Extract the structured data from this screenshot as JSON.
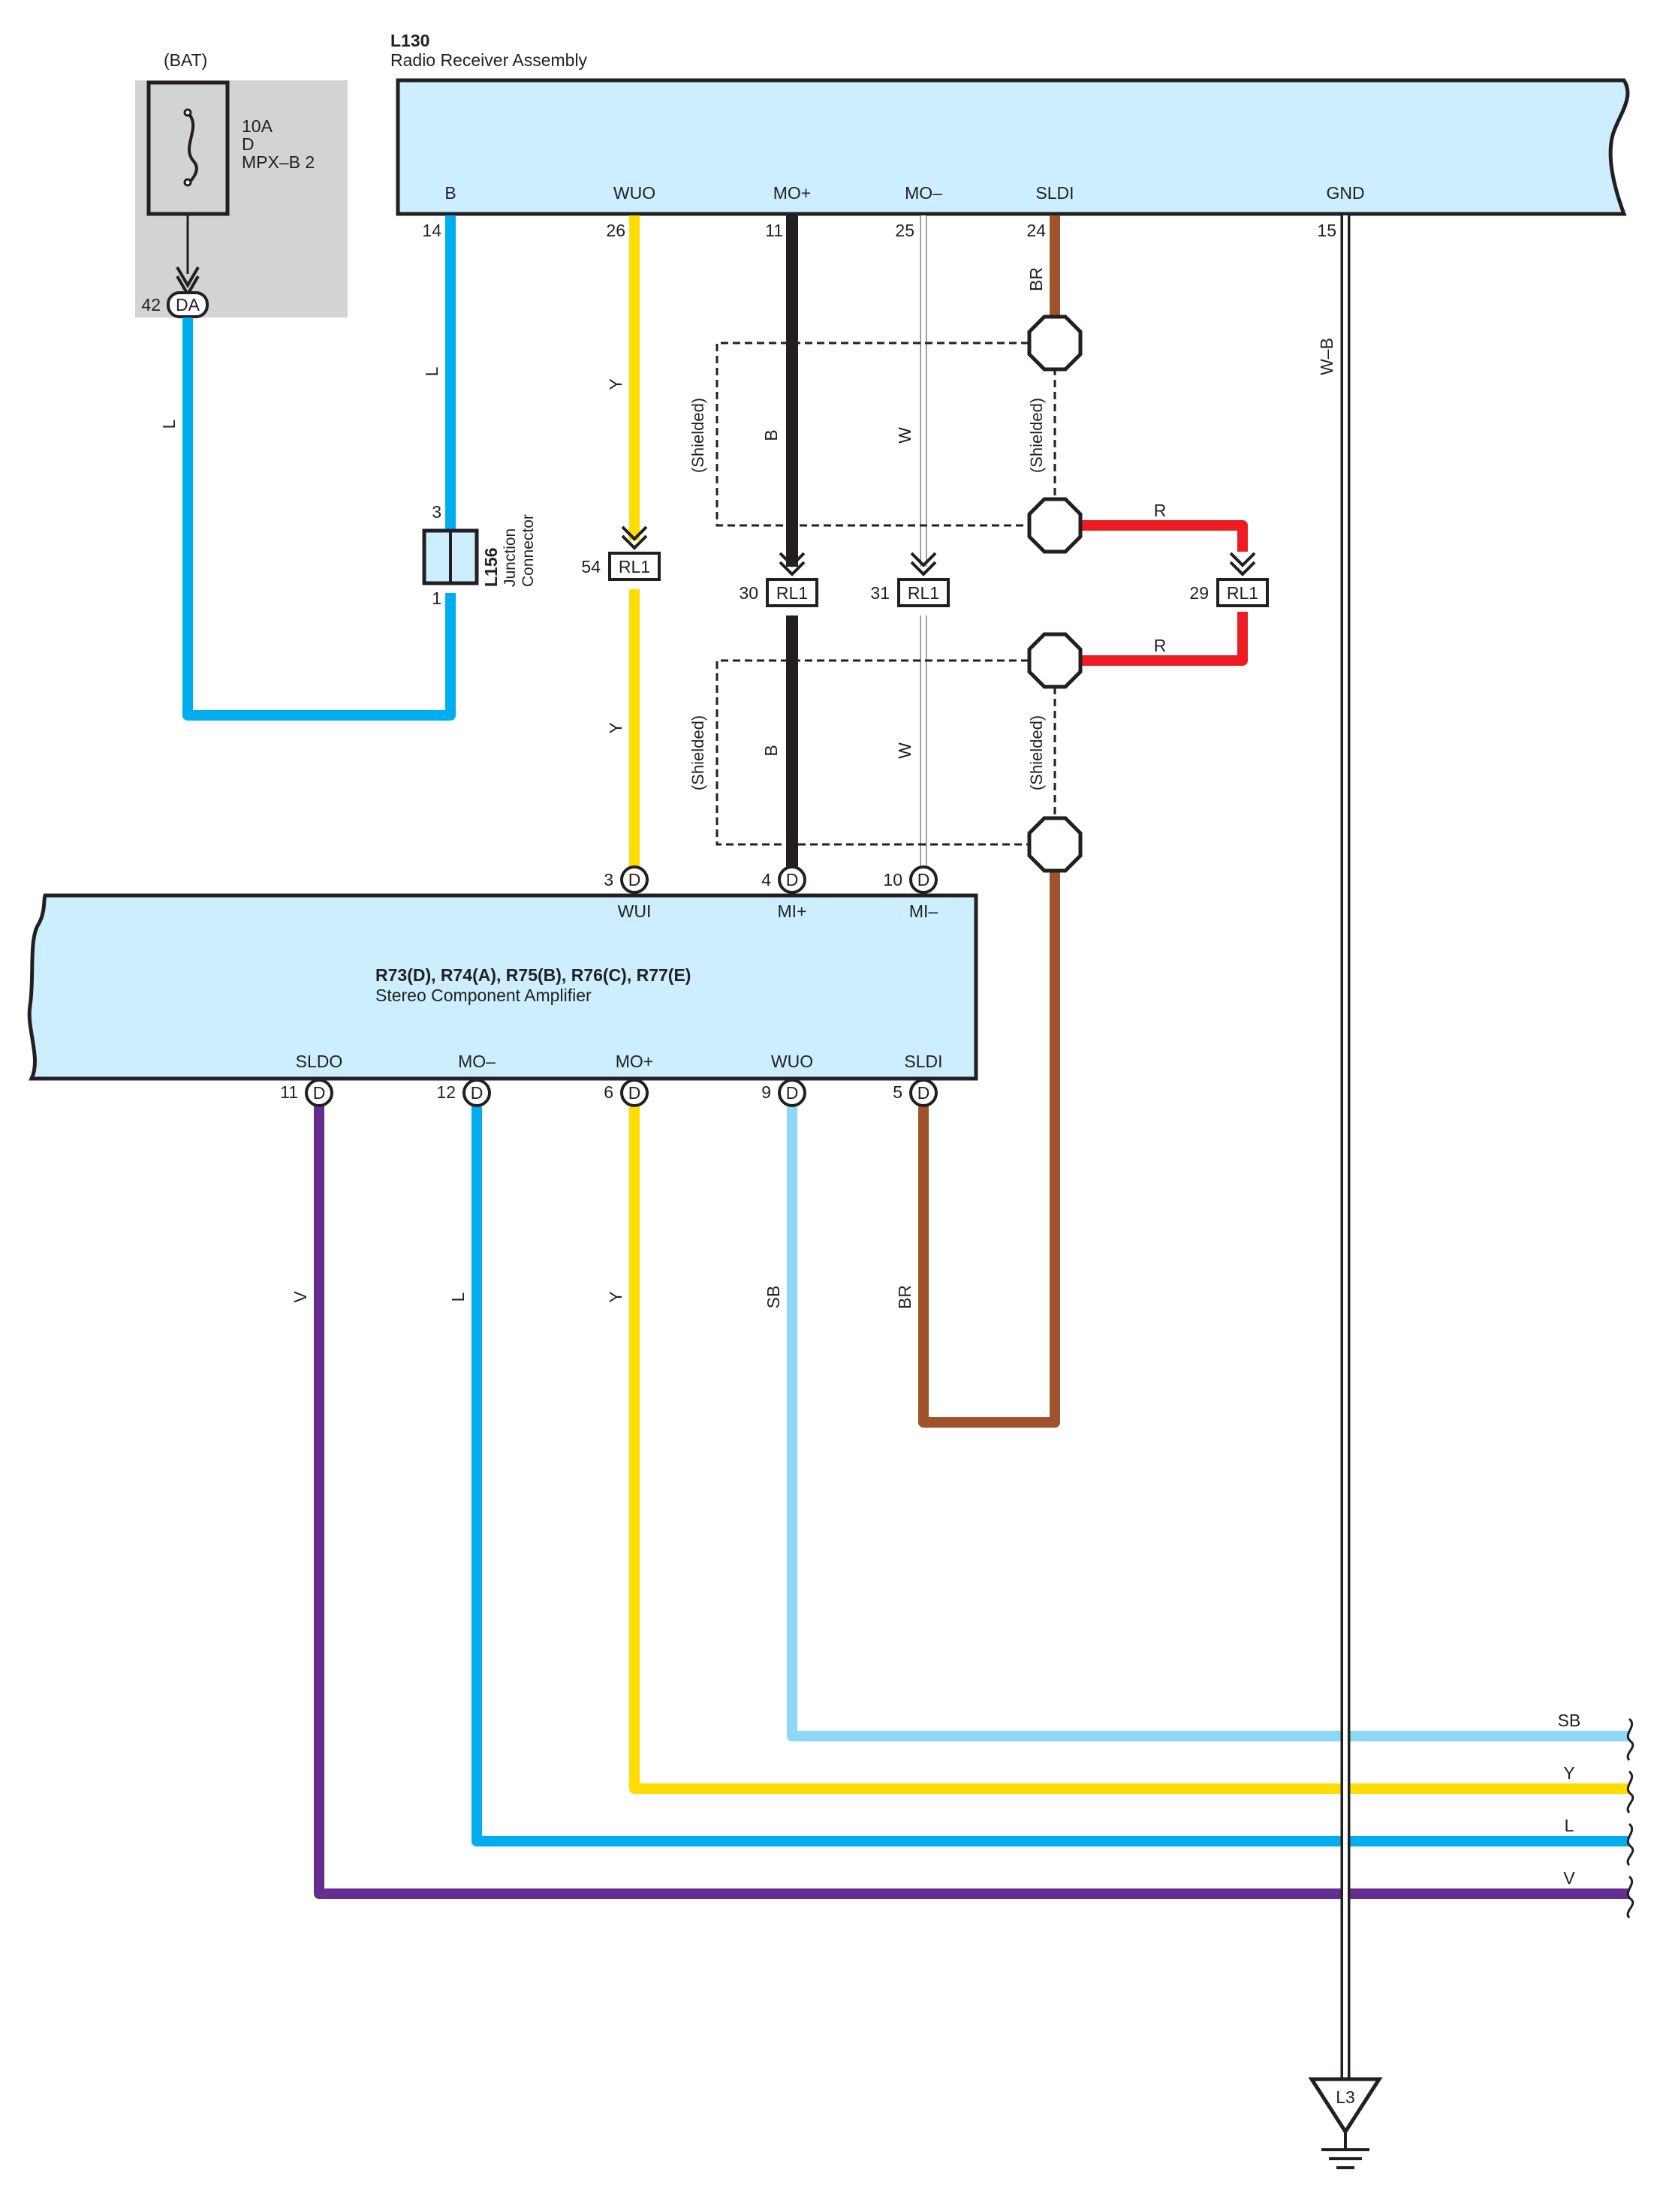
{
  "fuse_block": {
    "source": "(BAT)",
    "rating": "10A",
    "block": "D",
    "name": "MPX–B 2",
    "pin": "42",
    "connector": "DA",
    "wire_color": "L"
  },
  "radio_receiver": {
    "code": "L130",
    "name": "Radio Receiver Assembly",
    "terminals": [
      {
        "label": "B",
        "pin": "14"
      },
      {
        "label": "WUO",
        "pin": "26"
      },
      {
        "label": "MO+",
        "pin": "11"
      },
      {
        "label": "MO–",
        "pin": "25"
      },
      {
        "label": "SLDI",
        "pin": "24"
      },
      {
        "label": "GND",
        "pin": "15"
      }
    ]
  },
  "junction": {
    "code": "L156",
    "line1": "Junction",
    "line2": "Connector",
    "pin_top": "3",
    "pin_bottom": "1"
  },
  "relay_connectors": [
    {
      "pin": "54",
      "label": "RL1"
    },
    {
      "pin": "30",
      "label": "RL1"
    },
    {
      "pin": "31",
      "label": "RL1"
    },
    {
      "pin": "29",
      "label": "RL1"
    }
  ],
  "shield_label": "(Shielded)",
  "amplifier": {
    "codes": "R73(D), R74(A), R75(B), R76(C), R77(E)",
    "name": "Stereo Component Amplifier",
    "connector": "D",
    "top_terminals": [
      {
        "label": "WUI",
        "pin": "3"
      },
      {
        "label": "MI+",
        "pin": "4"
      },
      {
        "label": "MI–",
        "pin": "10"
      }
    ],
    "bottom_terminals": [
      {
        "label": "SLDO",
        "pin": "11"
      },
      {
        "label": "MO–",
        "pin": "12"
      },
      {
        "label": "MO+",
        "pin": "6"
      },
      {
        "label": "WUO",
        "pin": "9"
      },
      {
        "label": "SLDI",
        "pin": "5"
      }
    ]
  },
  "wire_labels": {
    "fuse_feed": "L",
    "b_feed": "L",
    "wuo_upper": "Y",
    "wuo_lower": "Y",
    "mo_plus_upper": "B",
    "mo_plus_lower": "B",
    "mo_minus_upper": "W",
    "mo_minus_lower": "W",
    "sldi": "BR",
    "shield_link_upper": "R",
    "shield_link_lower": "R",
    "gnd": "W–B",
    "amp_sldo": "V",
    "amp_mo_minus": "L",
    "amp_mo_plus": "Y",
    "amp_wuo": "SB",
    "amp_sldi": "BR"
  },
  "continuation_wires": [
    {
      "label": "SB"
    },
    {
      "label": "Y"
    },
    {
      "label": "L"
    },
    {
      "label": "V"
    }
  ],
  "ground_point": "L3",
  "colors": {
    "L": "#00aeef",
    "Y": "#ffdd00",
    "B": "#231f20",
    "W": "#ffffff",
    "BR": "#a0522d",
    "R": "#ed1c24",
    "SB": "#8dd7f7",
    "V": "#662d91",
    "component_fill": "#cceeff",
    "fuse_box": "#d1d3d4"
  }
}
